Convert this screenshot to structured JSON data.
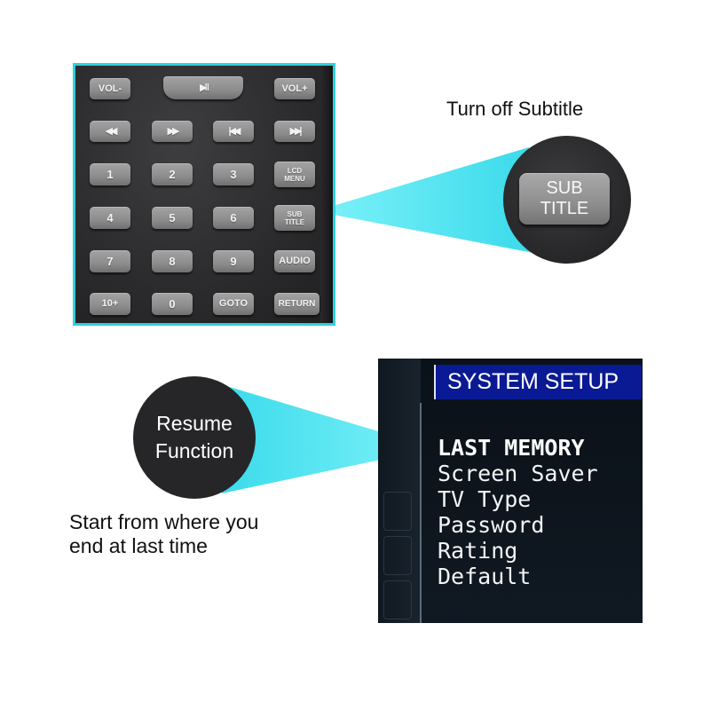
{
  "remote": {
    "buttons": {
      "vol_minus": "VOL-",
      "play_pause": "▶‖",
      "vol_plus": "VOL+",
      "rewind": "◀◀",
      "fast_forward": "▶▶",
      "prev": "|◀◀",
      "next": "▶▶|",
      "num1": "1",
      "num2": "2",
      "num3": "3",
      "lcd_menu_1": "LCD",
      "lcd_menu_2": "MENU",
      "num4": "4",
      "num5": "5",
      "num6": "6",
      "subtitle_1": "SUB",
      "subtitle_2": "TITLE",
      "num7": "7",
      "num8": "8",
      "num9": "9",
      "audio": "AUDIO",
      "ten_plus": "10+",
      "num0": "0",
      "goto": "GOTO",
      "return": "RETURN"
    }
  },
  "zoom": {
    "line1": "SUB",
    "line2": "TITLE"
  },
  "captions": {
    "turn_off_subtitle": "Turn off Subtitle",
    "resume_line1": "Resume",
    "resume_line2": "Function",
    "start_line1": "Start from where you",
    "start_line2": "end at last time"
  },
  "screen": {
    "title": "SYSTEM SETUP",
    "menu": [
      "LAST MEMORY",
      "Screen Saver",
      "TV Type",
      "Password",
      "Rating",
      "Default"
    ]
  },
  "colors": {
    "callout_cyan": "#4fe6f2",
    "panel_border": "#2fd0de",
    "menu_title_bg": "#0a1a94"
  }
}
